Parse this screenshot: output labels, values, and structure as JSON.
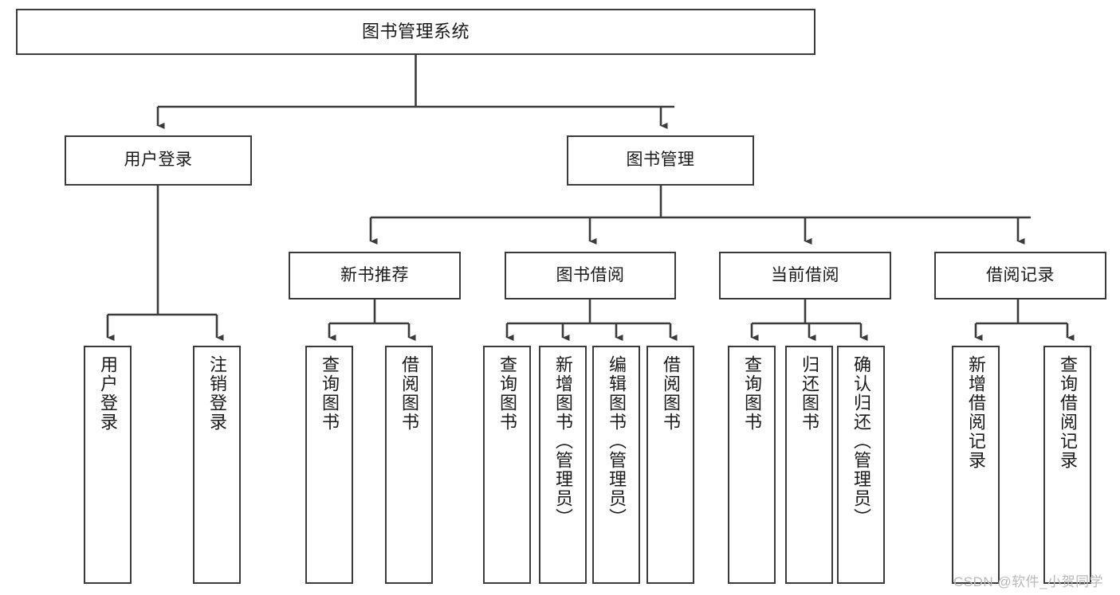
{
  "diagram": {
    "title": "图书管理系统",
    "type": "tree",
    "watermark": "CSDN @软件_小贺同学",
    "colors": {
      "box_border": "#3b3b3b",
      "box_fill": "#ffffff",
      "edge": "#3b3b3b",
      "text": "#1a1a1a",
      "watermark": "#b9b9b9",
      "background": "#ffffff"
    },
    "levels": [
      {
        "level": 1,
        "nodes": [
          {
            "id": "root",
            "label": "图书管理系统",
            "orientation": "horizontal"
          }
        ]
      },
      {
        "level": 2,
        "nodes": [
          {
            "id": "login",
            "label": "用户登录",
            "orientation": "horizontal",
            "parent": "root"
          },
          {
            "id": "bookmgmt",
            "label": "图书管理",
            "orientation": "horizontal",
            "parent": "root"
          }
        ]
      },
      {
        "level": 3,
        "nodes": [
          {
            "id": "newbook",
            "label": "新书推荐",
            "orientation": "horizontal",
            "parent": "bookmgmt"
          },
          {
            "id": "borrow",
            "label": "图书借阅",
            "orientation": "horizontal",
            "parent": "bookmgmt"
          },
          {
            "id": "current",
            "label": "当前借阅",
            "orientation": "horizontal",
            "parent": "bookmgmt"
          },
          {
            "id": "records",
            "label": "借阅记录",
            "orientation": "horizontal",
            "parent": "bookmgmt"
          }
        ]
      },
      {
        "level": 4,
        "nodes": [
          {
            "id": "leaf1",
            "label": "用户登录",
            "orientation": "vertical",
            "parent": "login"
          },
          {
            "id": "leaf2",
            "label": "注销登录",
            "orientation": "vertical",
            "parent": "login"
          },
          {
            "id": "leaf3",
            "label": "查询图书",
            "orientation": "vertical",
            "parent": "newbook"
          },
          {
            "id": "leaf4",
            "label": "借阅图书",
            "orientation": "vertical",
            "parent": "newbook"
          },
          {
            "id": "leaf5",
            "label": "查询图书",
            "orientation": "vertical",
            "parent": "borrow"
          },
          {
            "id": "leaf6",
            "label": "新增图书（管理员）",
            "orientation": "vertical",
            "parent": "borrow"
          },
          {
            "id": "leaf7",
            "label": "编辑图书（管理员）",
            "orientation": "vertical",
            "parent": "borrow"
          },
          {
            "id": "leaf8",
            "label": "借阅图书",
            "orientation": "vertical",
            "parent": "borrow"
          },
          {
            "id": "leaf9",
            "label": "查询图书",
            "orientation": "vertical",
            "parent": "current"
          },
          {
            "id": "leaf10",
            "label": "归还图书",
            "orientation": "vertical",
            "parent": "current"
          },
          {
            "id": "leaf11",
            "label": "确认归还（管理员）",
            "orientation": "vertical",
            "parent": "current"
          },
          {
            "id": "leaf12",
            "label": "新增借阅记录",
            "orientation": "vertical",
            "parent": "records"
          },
          {
            "id": "leaf13",
            "label": "查询借阅记录",
            "orientation": "vertical",
            "parent": "records"
          }
        ]
      }
    ]
  }
}
